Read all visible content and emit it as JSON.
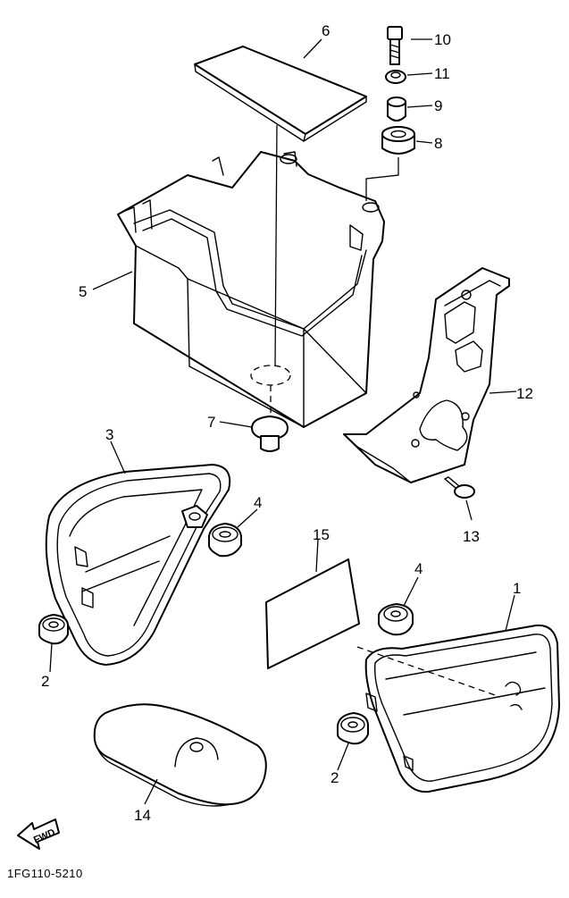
{
  "diagram": {
    "code": "1FG110-5210",
    "fwd_label": "FWD",
    "callouts": {
      "c1": "1",
      "c2a": "2",
      "c2b": "2",
      "c3": "3",
      "c4a": "4",
      "c4b": "4",
      "c5": "5",
      "c6": "6",
      "c7": "7",
      "c8": "8",
      "c9": "9",
      "c10": "10",
      "c11": "11",
      "c12": "12",
      "c13": "13",
      "c14": "14",
      "c15": "15"
    }
  }
}
